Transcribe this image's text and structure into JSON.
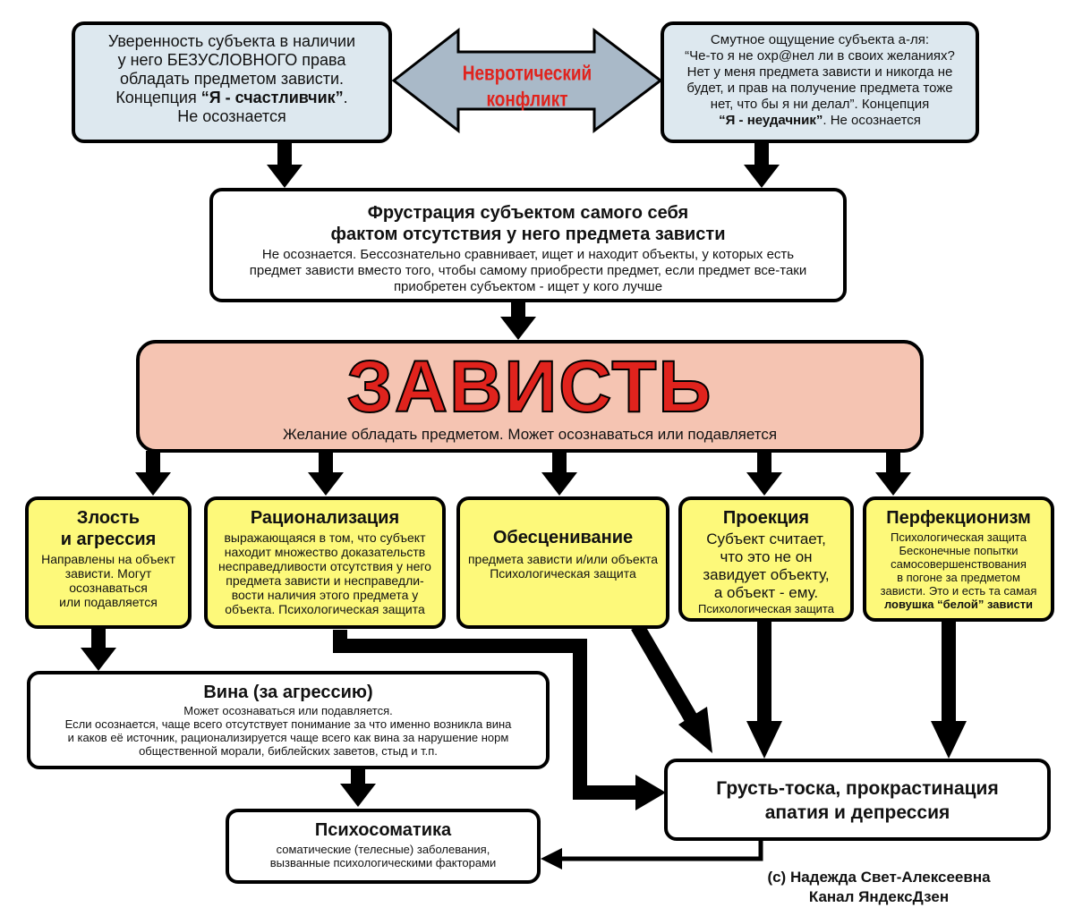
{
  "top_left": {
    "lines": [
      "Уверенность субъекта в наличии",
      "у него БЕЗУСЛОВНОГО права",
      "обладать предметом зависти."
    ],
    "concept_prefix": "Концепция ",
    "concept_name": "“Я - счастливчик”",
    "concept_suffix": ".",
    "last": "Не осознается"
  },
  "conflict_label": "Невротический конфликт",
  "top_right": {
    "lines": [
      "Смутное ощущение субъекта а-ля:",
      "“Че-то я не охр@нел ли в своих желаниях?",
      "Нет у меня предмета зависти и никогда не",
      "будет, и прав на получение предмета тоже",
      "нет, что бы я ни делал”. Концепция"
    ],
    "concept_name": "“Я - неудачник”",
    "concept_suffix": ". Не осознается"
  },
  "frustration": {
    "title": [
      "Фрустрация субъектом самого себя",
      "фактом отсутствия у него предмета зависти"
    ],
    "body": [
      "Не осознается. Бессознательно сравнивает, ищет и находит объекты, у которых есть",
      "предмет зависти вместо того, чтобы самому приобрести предмет, если предмет все-таки",
      "приобретен субъектом - ищет у кого лучше"
    ]
  },
  "envy": {
    "title": "ЗАВИСТЬ",
    "subtitle": "Желание обладать предметом. Может осознаваться или подавляется"
  },
  "anger": {
    "title": [
      "Злость",
      "и агрессия"
    ],
    "body": [
      "Направлены на объект",
      "зависти. Могут",
      "осознаваться",
      "или подавляется"
    ]
  },
  "rationalization": {
    "title": "Рационализация",
    "body": [
      "выражающаяся в том, что субъект",
      "находит множество доказательств",
      "несправедливости отсутствия у него",
      "предмета зависти и несправедли-",
      "вости наличия этого предмета у"
    ],
    "last": "объекта. Психологическая защита"
  },
  "devaluation": {
    "title": "Обесценивание",
    "body": [
      "предмета зависти и/или объекта",
      "Психологическая защита"
    ]
  },
  "projection": {
    "title": "Проекция",
    "body": [
      "Субъект считает,",
      "что это не он",
      "завидует объекту,",
      "а объект - ему."
    ],
    "last": "Психологическая защита"
  },
  "perfectionism": {
    "title": "Перфекционизм",
    "body": [
      "Психологическая защита",
      "Бесконечные попытки",
      "самосовершенствования",
      "в погоне за предметом",
      "зависти. Это и есть та самая"
    ],
    "last": "ловушка “белой” зависти"
  },
  "guilt": {
    "title": "Вина (за агрессию)",
    "body": [
      "Может осознаваться или подавляется.",
      "Если осознается, чаще всего отсутствует понимание за что именно возникла вина",
      "и каков её источник, рационализируется чаще всего как вина за нарушение норм",
      "общественной морали, библейских заветов, стыд и т.п."
    ]
  },
  "sadness": {
    "lines": [
      "Грусть-тоска, прокрастинация",
      "апатия и депрессия"
    ]
  },
  "psychosomatics": {
    "title": "Психосоматика",
    "body": [
      "соматические (телесные) заболевания,",
      "вызванные психологическими факторами"
    ]
  },
  "credit": [
    "(с) Надежда Свет-Алексеевна",
    "Канал ЯндексДзен"
  ],
  "colors": {
    "box_blue": "#dde8ef",
    "box_yellow": "#fdf97a",
    "box_pink": "#f5c4b2",
    "conflict_arrow": "#a9b9c8",
    "title_red": "#e0231d",
    "arrow": "#000000"
  }
}
